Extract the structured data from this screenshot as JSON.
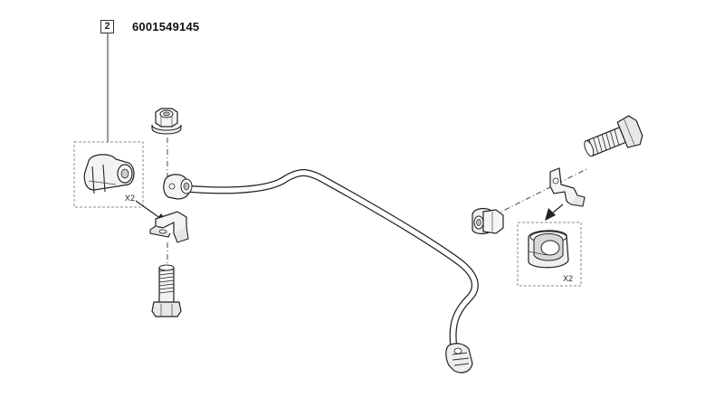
{
  "callout": {
    "number": "2"
  },
  "part": {
    "number": "6001549145"
  },
  "details": [
    {
      "qty": "X2"
    },
    {
      "qty": "X2"
    }
  ],
  "colors": {
    "line": "#222222",
    "detail_border": "#8a8a9a",
    "shade": "#d8d8d8"
  },
  "icons": [
    "bushing-icon",
    "clamp-bracket-icon",
    "flange-nut-icon",
    "bolt-icon",
    "stabilizer-bar-icon"
  ]
}
